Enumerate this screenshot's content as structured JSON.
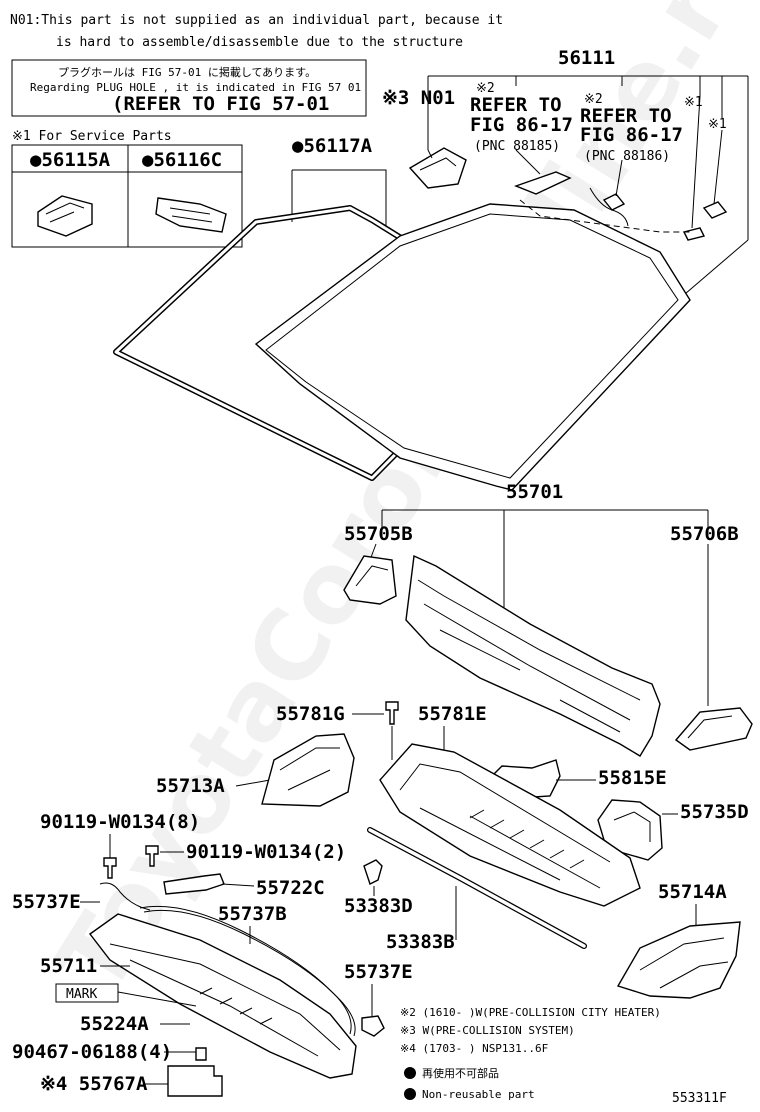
{
  "note": {
    "line1": "N01:This part is not suppiied as an individual part,  because it",
    "line2": "is hard to assemble/disassemble due to the structure"
  },
  "plug_box": {
    "jp": "プラグホールは FIG 57-01 に掲載してあります。",
    "en": "Regarding  PLUG  HOLE , it is indicated in FIG  57  01",
    "refer": "(REFER TO FIG 57-01"
  },
  "service_parts": {
    "title": "※1 For Service Parts",
    "items": [
      "●56115A",
      "●56116C"
    ]
  },
  "labels": {
    "p56111": "56111",
    "p56117A": "●56117A",
    "n01": "※3 N01",
    "ref1_mark": "※2",
    "ref1_a": "REFER TO",
    "ref1_b": "FIG 86-17",
    "ref1_pnc": "(PNC 88185)",
    "ref2_mark": "※2",
    "ref2_a": "REFER TO",
    "ref2_b": "FIG 86-17",
    "ref2_pnc": "(PNC 88186)",
    "mark1a": "※1",
    "mark1b": "※1",
    "p55701": "55701",
    "p55705B": "55705B",
    "p55706B": "55706B",
    "p55781G": "55781G",
    "p55781E": "55781E",
    "p55713A": "55713A",
    "p55815E": "55815E",
    "p55735D": "55735D",
    "p90119a": "90119-W0134(8)",
    "p90119b": "90119-W0134(2)",
    "p55722C": "55722C",
    "p55737E_a": "55737E",
    "p55737B": "55737B",
    "p53383D": "53383D",
    "p53383B": "53383B",
    "p55714A": "55714A",
    "p55711": "55711",
    "mark": "MARK",
    "p55737E_b": "55737E",
    "p55224A": "55224A",
    "p90467": "90467-06188(4)",
    "p55767A": "※4 55767A"
  },
  "legend": {
    "l1": "※2 (1610-      )W(PRE-COLLISION CITY HEATER)",
    "l2": "※3 W(PRE-COLLISION SYSTEM)",
    "l3": "※4 (1703-      ) NSP131..6F",
    "l4": "再使用不可部品",
    "l5": "Non-reusable part"
  },
  "figure_code": "553311F",
  "watermark": "ToyotaCorollaOnline.ru"
}
